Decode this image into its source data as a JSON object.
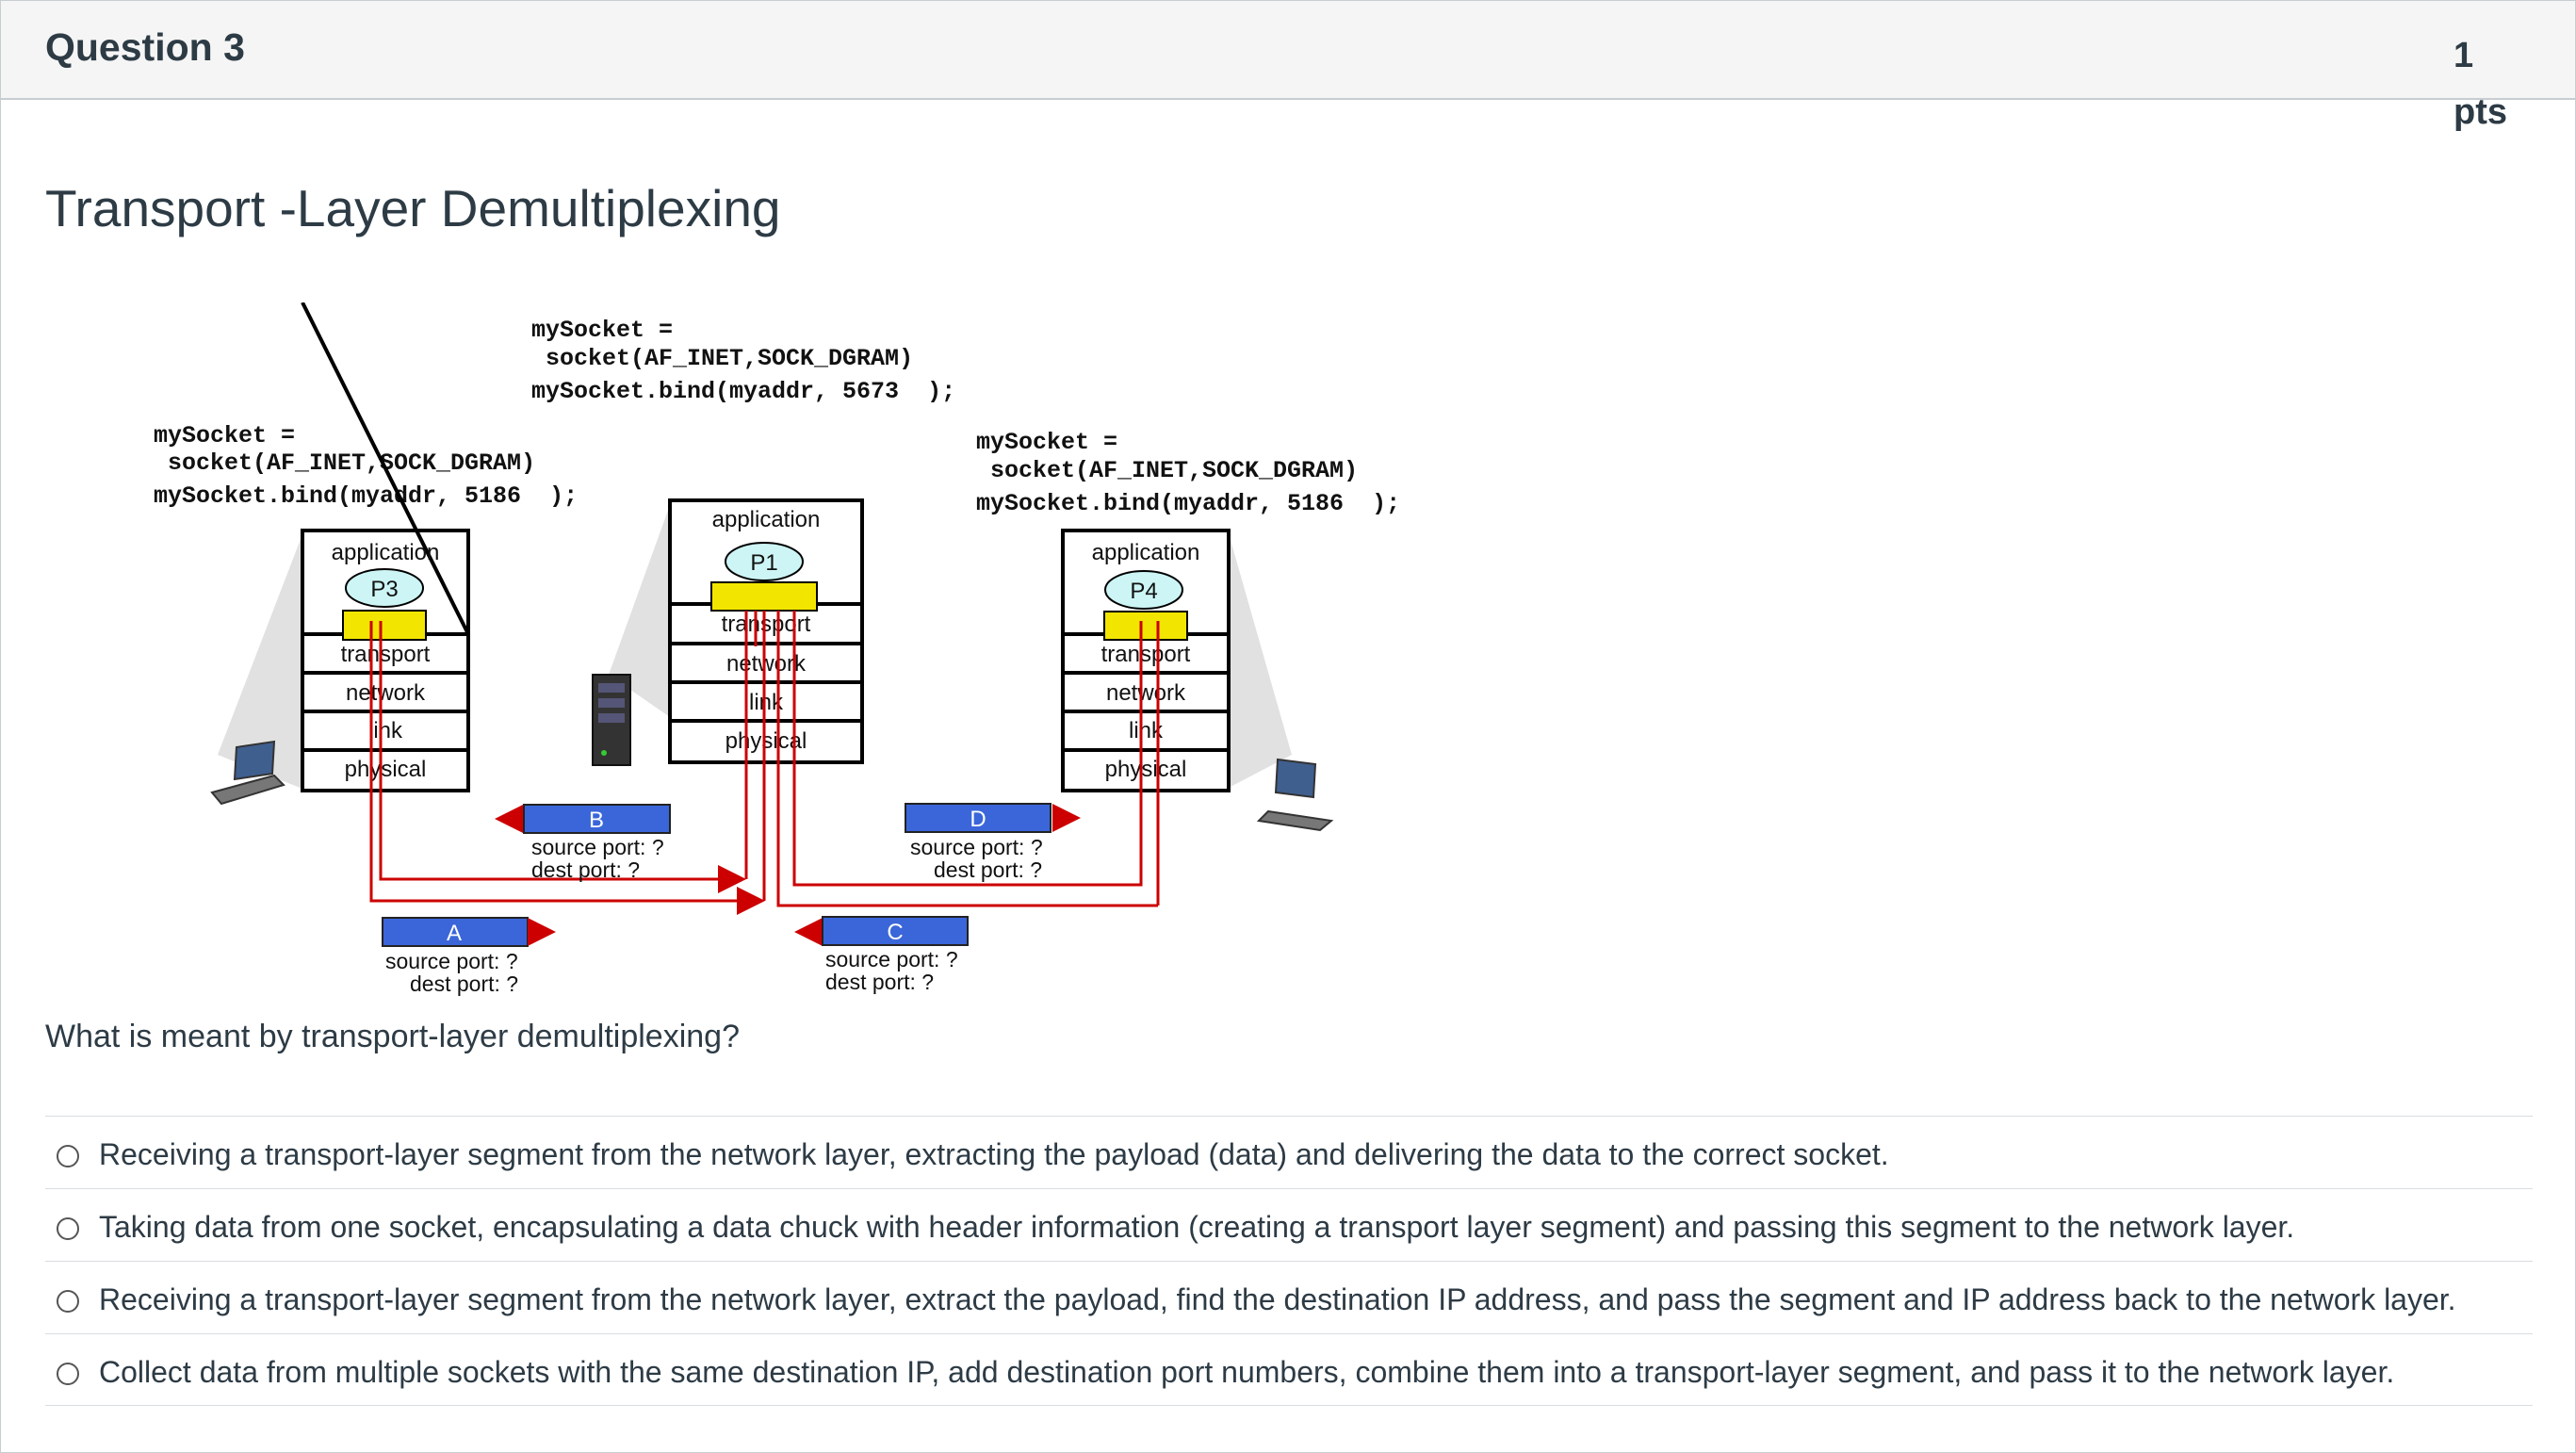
{
  "question": {
    "title": "Question 3",
    "points": "1 pts",
    "heading": "Transport -Layer Demultiplexing",
    "prompt": "What is meant by transport-layer demultiplexing?"
  },
  "diagram": {
    "code_center": [
      "mySocket =",
      " socket(AF_INET,SOCK_DGRAM)",
      "mySocket.bind(myaddr, 5673  );"
    ],
    "code_left": [
      "mySocket =",
      " socket(AF_INET,SOCK_DGRAM)",
      "mySocket.bind(myaddr, 5186  );"
    ],
    "code_right": [
      "mySocket =",
      " socket(AF_INET,SOCK_DGRAM)",
      "mySocket.bind(myaddr, 5186  );"
    ],
    "layers": [
      "application",
      "transport",
      "network",
      "link",
      "physical"
    ],
    "hosts": [
      {
        "process": "P3"
      },
      {
        "process": "P1"
      },
      {
        "process": "P4"
      }
    ],
    "segments": [
      {
        "label": "A",
        "source": "source port: ?",
        "dest": "dest port: ?"
      },
      {
        "label": "B",
        "source": "source port: ?",
        "dest": "dest port: ?"
      },
      {
        "label": "C",
        "source": "source port: ?",
        "dest": "dest port: ?"
      },
      {
        "label": "D",
        "source": "source port: ?",
        "dest": "dest port: ?"
      }
    ],
    "colors": {
      "segment": "#3a66d9",
      "arrow": "#cc0000",
      "socket": "#f2e600",
      "process": "#cdf5f5"
    }
  },
  "answers": [
    {
      "label": "Receiving a transport-layer segment from the network layer, extracting the payload (data) and delivering the data to the correct socket."
    },
    {
      "label": "Taking data from one socket, encapsulating a data chuck with header information (creating a transport layer segment) and passing this segment to the network layer."
    },
    {
      "label": "Receiving a transport-layer segment from the network layer, extract the payload, find the destination IP address, and pass the segment and IP address back to the network layer."
    },
    {
      "label": "Collect data from multiple sockets with the same destination IP, add destination port numbers, combine them into a transport-layer segment, and pass it to the network layer."
    }
  ]
}
